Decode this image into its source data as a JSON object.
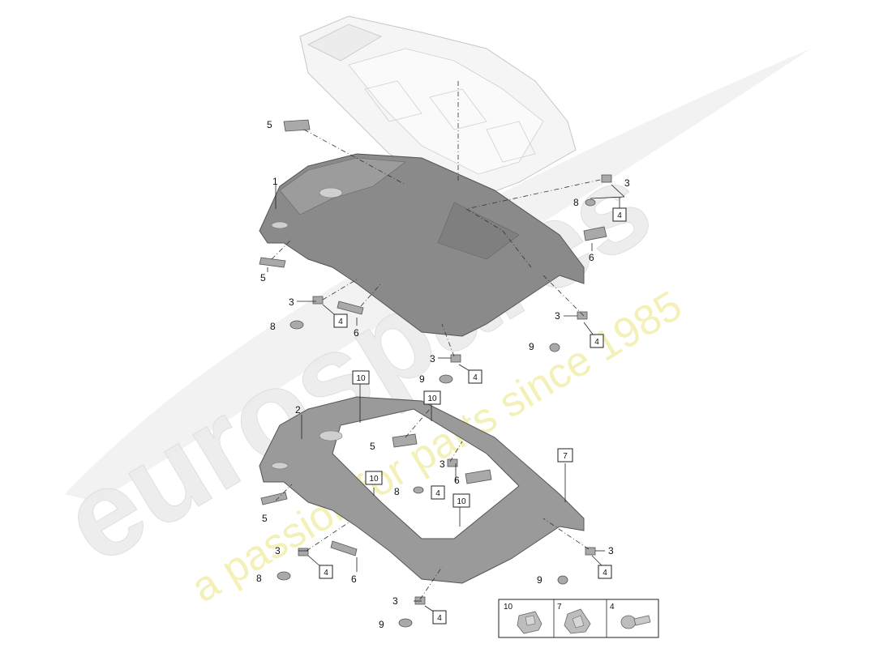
{
  "watermark": {
    "brand": "eurospares",
    "tagline": "a passion for parts since 1985"
  },
  "callouts": [
    {
      "id": "c1",
      "label": "1"
    },
    {
      "id": "c2",
      "label": "2"
    },
    {
      "id": "c3a",
      "label": "3"
    },
    {
      "id": "c3b",
      "label": "3"
    },
    {
      "id": "c3c",
      "label": "3"
    },
    {
      "id": "c3d",
      "label": "3"
    },
    {
      "id": "c3e",
      "label": "3"
    },
    {
      "id": "c3f",
      "label": "3"
    },
    {
      "id": "c3g",
      "label": "3"
    },
    {
      "id": "c3h",
      "label": "3"
    },
    {
      "id": "c5a",
      "label": "5"
    },
    {
      "id": "c5b",
      "label": "5"
    },
    {
      "id": "c5c",
      "label": "5"
    },
    {
      "id": "c5d",
      "label": "5"
    },
    {
      "id": "c6a",
      "label": "6"
    },
    {
      "id": "c6b",
      "label": "6"
    },
    {
      "id": "c6c",
      "label": "6"
    },
    {
      "id": "c6d",
      "label": "6"
    },
    {
      "id": "c8a",
      "label": "8"
    },
    {
      "id": "c8b",
      "label": "8"
    },
    {
      "id": "c8c",
      "label": "8"
    },
    {
      "id": "c8d",
      "label": "8"
    },
    {
      "id": "c9a",
      "label": "9"
    },
    {
      "id": "c9b",
      "label": "9"
    },
    {
      "id": "c9c",
      "label": "9"
    },
    {
      "id": "c9d",
      "label": "9"
    }
  ],
  "boxes": [
    {
      "id": "b4a",
      "label": "4"
    },
    {
      "id": "b4b",
      "label": "4"
    },
    {
      "id": "b4c",
      "label": "4"
    },
    {
      "id": "b4d",
      "label": "4"
    },
    {
      "id": "b4e",
      "label": "4"
    },
    {
      "id": "b4f",
      "label": "4"
    },
    {
      "id": "b4g",
      "label": "4"
    },
    {
      "id": "b4h",
      "label": "4"
    },
    {
      "id": "b10a",
      "label": "10"
    },
    {
      "id": "b10b",
      "label": "10"
    },
    {
      "id": "b10c",
      "label": "10"
    },
    {
      "id": "b10d",
      "label": "10"
    },
    {
      "id": "b7",
      "label": "7"
    }
  ],
  "legend": [
    {
      "label": "10",
      "icon": "clip-10-icon"
    },
    {
      "label": "7",
      "icon": "clip-7-icon"
    },
    {
      "label": "4",
      "icon": "bolt-4-icon"
    }
  ],
  "colors": {
    "liner": "#8a8a8a",
    "frame": "#9a9a9a",
    "watermark": "#e9e9e9",
    "watermark_tagline": "#f1f0b6"
  }
}
